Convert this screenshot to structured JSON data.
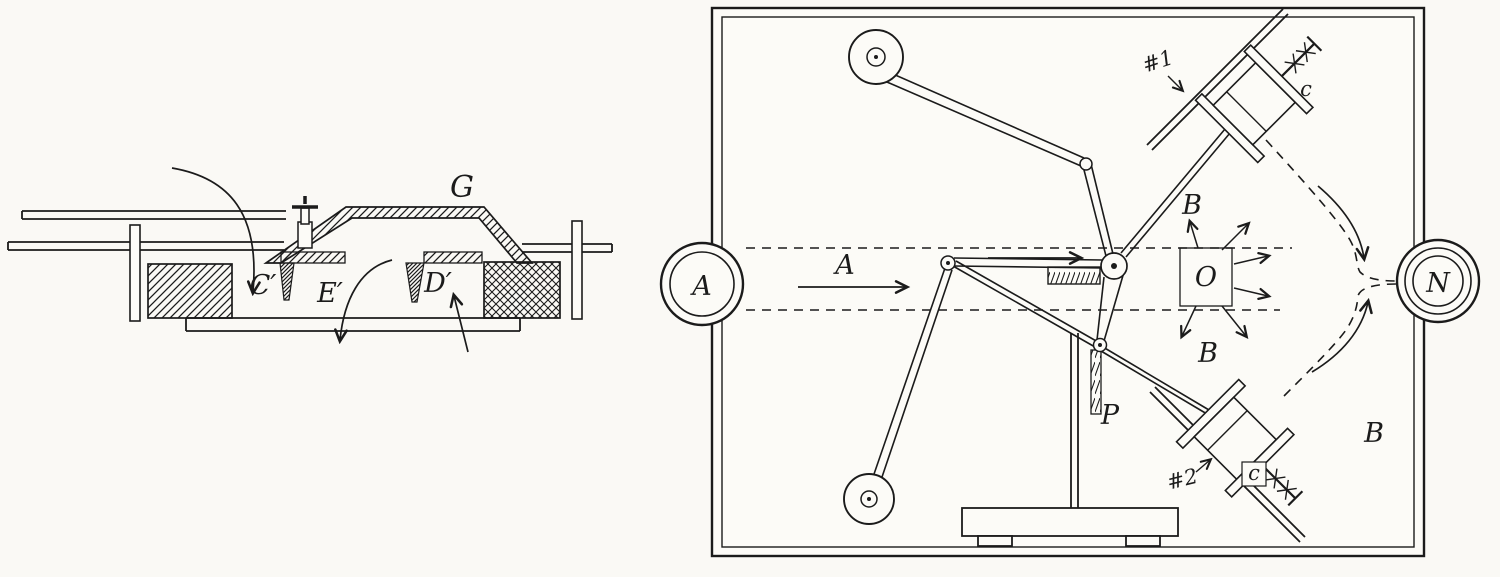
{
  "page": {
    "background": "#faf9f5",
    "ink": "#1b1b1b"
  },
  "left_diagram": {
    "title": "mixing-valve-cross-section",
    "labels": {
      "g": "G",
      "c_prime": "C′",
      "e_prime": "E′",
      "d_prime": "D′"
    }
  },
  "right_diagram": {
    "title": "apparatus-plan-view",
    "ports": {
      "a": "A",
      "n": "N"
    },
    "labels": {
      "beam_a": "A",
      "o": "O",
      "p": "P",
      "b_upper": "B",
      "b_lower": "B",
      "b_right": "B",
      "c_upper": "c",
      "c_lower": "c",
      "unit_1": "#1",
      "unit_2": "#2"
    }
  }
}
